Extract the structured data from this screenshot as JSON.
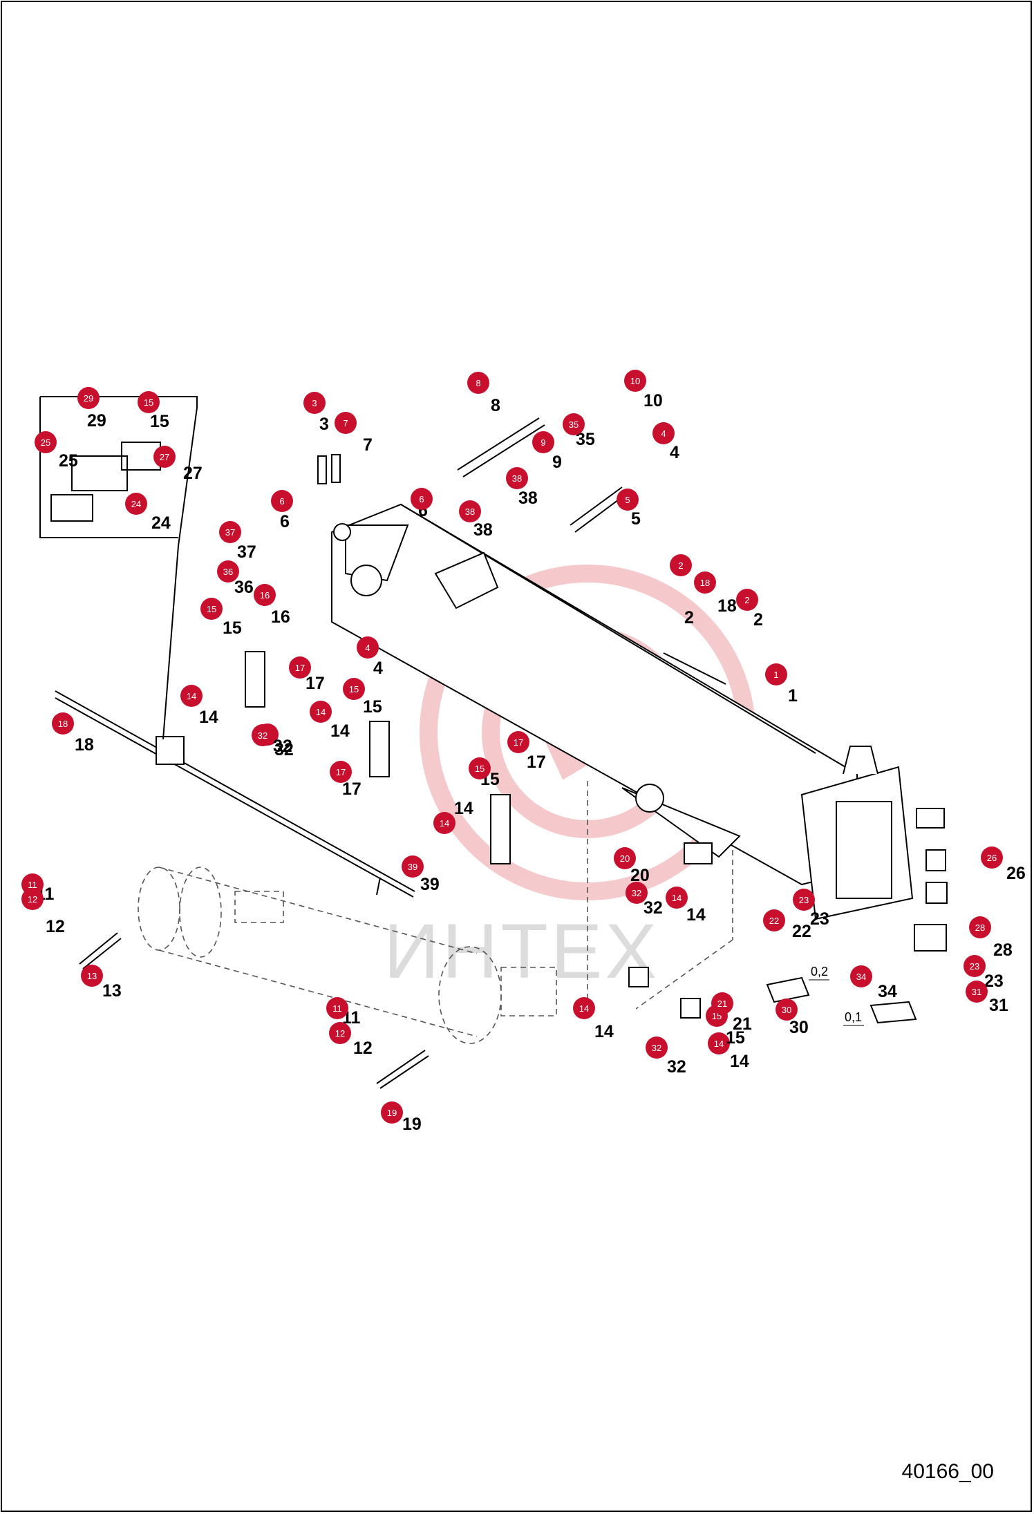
{
  "drawing": {
    "number": "40166_00",
    "watermark_text": "ИНТЕХ",
    "tolerance_labels": [
      "0,2",
      "0,1"
    ]
  },
  "colors": {
    "callout": "#c8102e",
    "line": "#000000",
    "watermark": "#f2b8bb"
  },
  "callouts": [
    {
      "n": "1",
      "label": "1"
    },
    {
      "n": "2",
      "label": "2"
    },
    {
      "n": "2",
      "label": "2"
    },
    {
      "n": "3",
      "label": "3"
    },
    {
      "n": "4",
      "label": "4"
    },
    {
      "n": "4",
      "label": "4"
    },
    {
      "n": "5",
      "label": "5"
    },
    {
      "n": "6",
      "label": "6"
    },
    {
      "n": "6",
      "label": "6"
    },
    {
      "n": "7",
      "label": "7"
    },
    {
      "n": "8",
      "label": "8"
    },
    {
      "n": "9",
      "label": "9"
    },
    {
      "n": "10",
      "label": "10"
    },
    {
      "n": "11",
      "label": "11"
    },
    {
      "n": "11",
      "label": "11"
    },
    {
      "n": "12",
      "label": "12"
    },
    {
      "n": "12",
      "label": "12"
    },
    {
      "n": "13",
      "label": "13"
    },
    {
      "n": "14",
      "label": "14"
    },
    {
      "n": "14",
      "label": "14"
    },
    {
      "n": "14",
      "label": "14"
    },
    {
      "n": "14",
      "label": "14"
    },
    {
      "n": "14",
      "label": "14"
    },
    {
      "n": "14",
      "label": "14"
    },
    {
      "n": "15",
      "label": "15"
    },
    {
      "n": "15",
      "label": "15"
    },
    {
      "n": "15",
      "label": "15"
    },
    {
      "n": "15",
      "label": "15"
    },
    {
      "n": "15",
      "label": "15"
    },
    {
      "n": "16",
      "label": "16"
    },
    {
      "n": "17",
      "label": "17"
    },
    {
      "n": "17",
      "label": "17"
    },
    {
      "n": "17",
      "label": "17"
    },
    {
      "n": "18",
      "label": "18"
    },
    {
      "n": "18",
      "label": "18"
    },
    {
      "n": "19",
      "label": "19"
    },
    {
      "n": "20",
      "label": "20"
    },
    {
      "n": "21",
      "label": "21"
    },
    {
      "n": "22",
      "label": "22"
    },
    {
      "n": "23",
      "label": "23"
    },
    {
      "n": "23",
      "label": "23"
    },
    {
      "n": "24",
      "label": "24"
    },
    {
      "n": "25",
      "label": "25"
    },
    {
      "n": "26",
      "label": "26"
    },
    {
      "n": "27",
      "label": "27"
    },
    {
      "n": "28",
      "label": "28"
    },
    {
      "n": "29",
      "label": "29"
    },
    {
      "n": "30",
      "label": "30"
    },
    {
      "n": "31",
      "label": "31"
    },
    {
      "n": "32",
      "label": "32"
    },
    {
      "n": "32",
      "label": "32"
    },
    {
      "n": "32",
      "label": "32"
    },
    {
      "n": "32",
      "label": "32"
    },
    {
      "n": "34",
      "label": "34"
    },
    {
      "n": "35",
      "label": "35"
    },
    {
      "n": "36",
      "label": "36"
    },
    {
      "n": "37",
      "label": "37"
    },
    {
      "n": "38",
      "label": "38"
    },
    {
      "n": "38",
      "label": "38"
    },
    {
      "n": "39",
      "label": "39"
    }
  ]
}
